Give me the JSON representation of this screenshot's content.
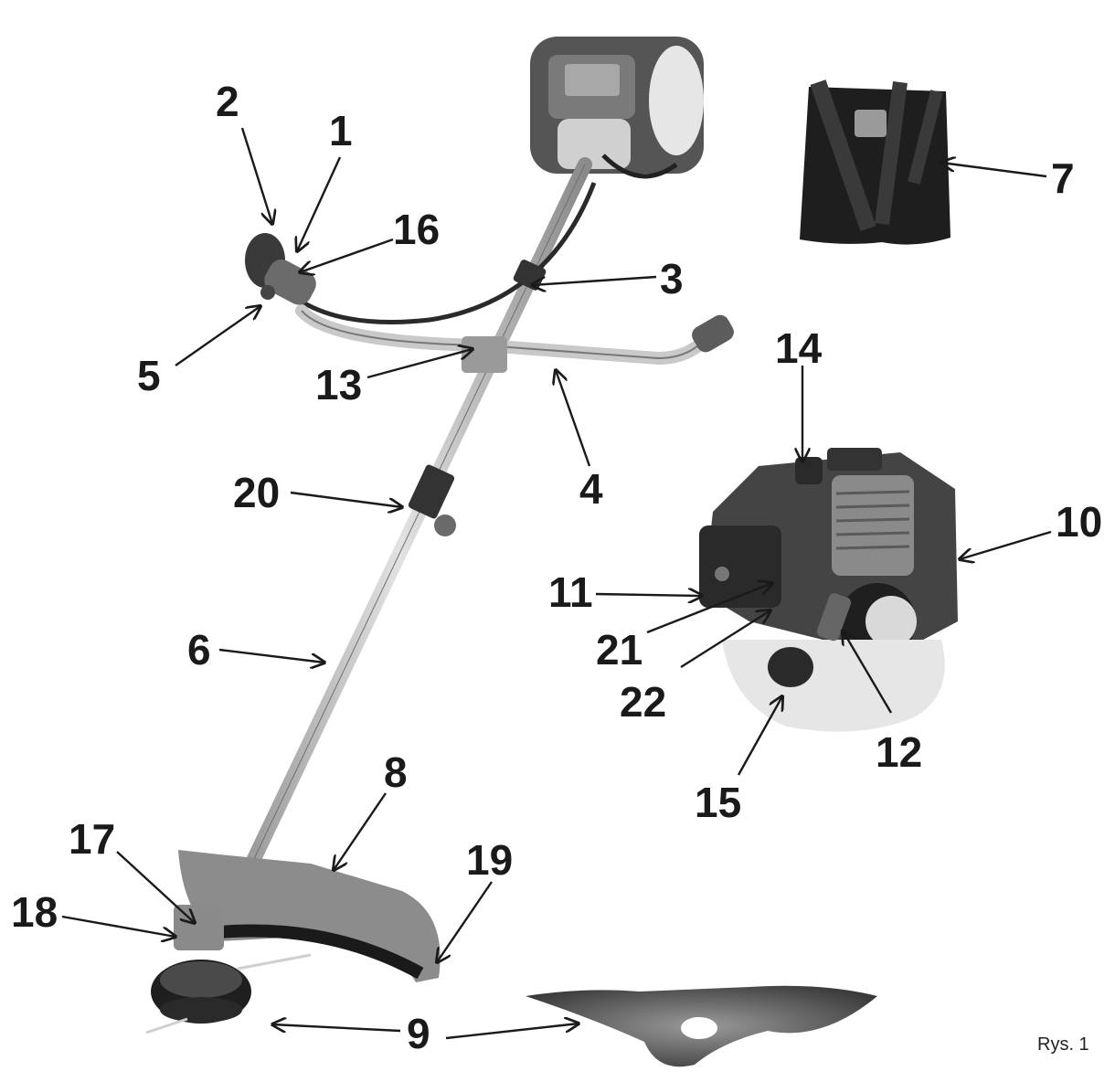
{
  "labels": {
    "l1": "1",
    "l2": "2",
    "l3": "3",
    "l4": "4",
    "l5": "5",
    "l6": "6",
    "l7": "7",
    "l8": "8",
    "l9": "9",
    "l10": "10",
    "l11": "11",
    "l12": "12",
    "l13": "13",
    "l14": "14",
    "l15": "15",
    "l16": "16",
    "l17": "17",
    "l18": "18",
    "l19": "19",
    "l20": "20",
    "l21": "21",
    "l22": "22"
  },
  "caption": "Rys. 1",
  "colors": {
    "ink": "#1a1a1a",
    "metal": "#b8b8b8",
    "metal_dark": "#7a7a7a",
    "housing": "#555555",
    "guard": "#8c8c8c",
    "bag": "#1e1e1e",
    "tank": "#e6e6e6"
  }
}
